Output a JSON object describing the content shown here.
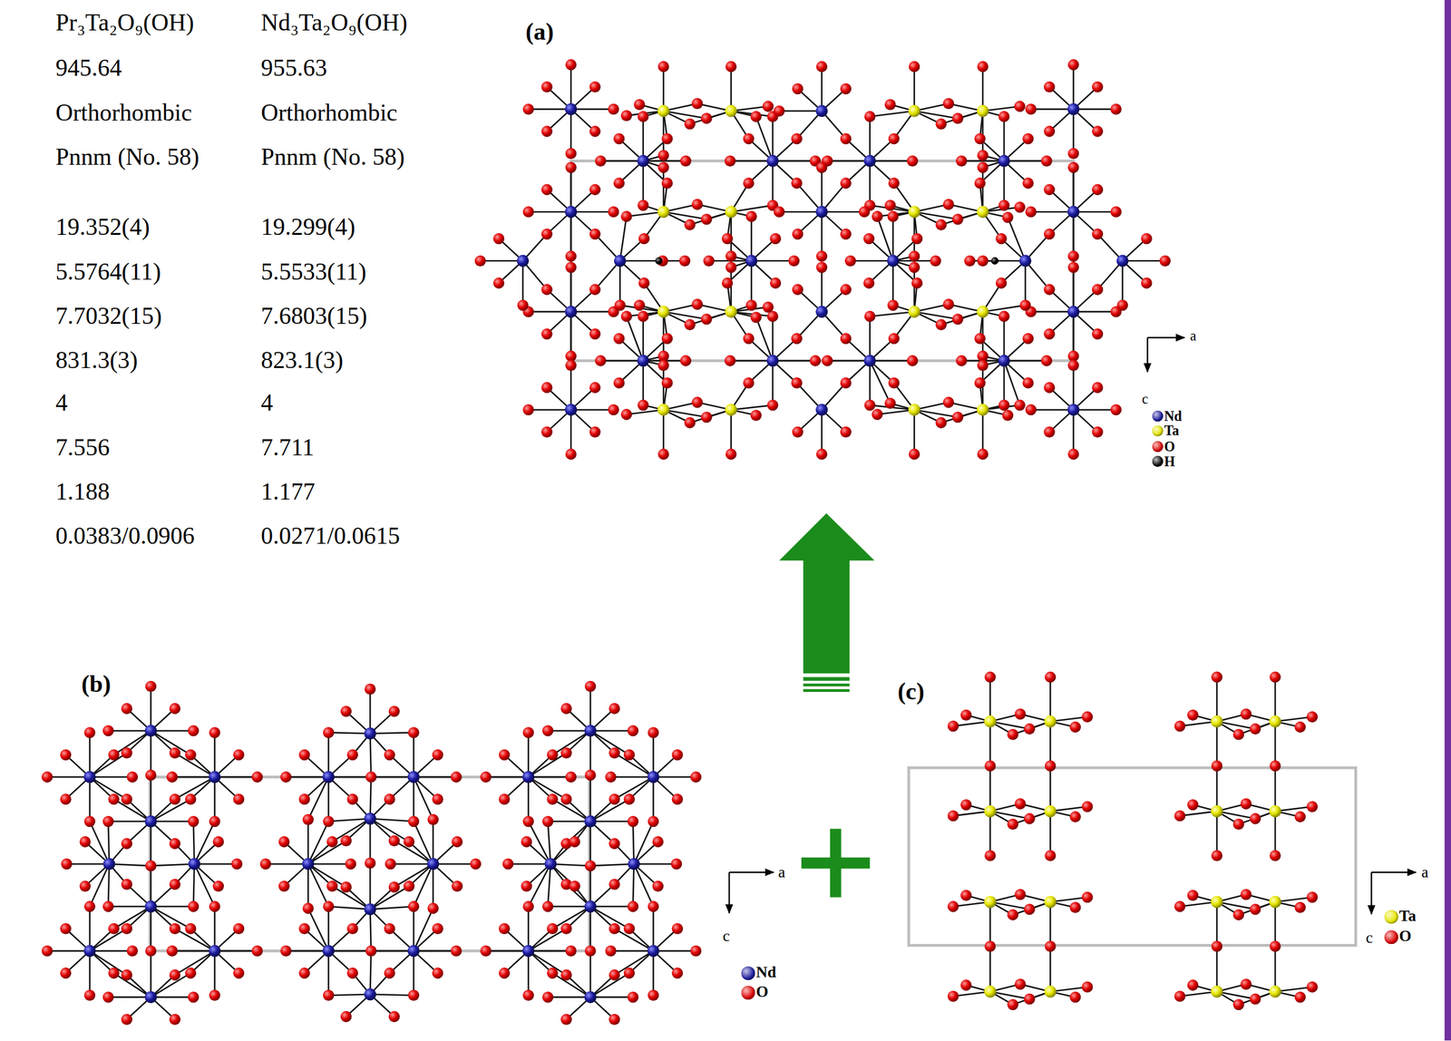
{
  "diagram": {
    "labels": [
      "Pr₃Ta₂O₉(OH)",
      "Nd₃Ta₂O₉(OH)",
      "945.64",
      "955.63",
      "Orthorhombic",
      "Orthorhombic",
      "Pnnm (No. 58)",
      "Pnnm (No. 58)",
      "19.352(4)",
      "19.299(4)",
      "5.5764(11)",
      "5.5533(11)",
      "7.7032(15)",
      "7.6803(15)",
      "831.3(3)",
      "823.1(3)",
      "4",
      "4",
      "7.556",
      "7.711",
      "1.188",
      "1.177",
      "0.0383/0.0906",
      "0.0271/0.0615",
      "(a)",
      "a",
      "c",
      "(b)",
      "a",
      "c",
      "(c)",
      "a",
      "c"
    ],
    "legend": [
      {
        "text": "Nd",
        "color": "#1c1c9e"
      },
      {
        "text": "Ta",
        "color": "#e6e600"
      },
      {
        "text": "O",
        "color": "#e00000"
      },
      {
        "text": "H",
        "color": "#000000"
      },
      {
        "text": "Nd",
        "color": "#1c1c9e"
      },
      {
        "text": "O",
        "color": "#e00000"
      },
      {
        "text": "Ta",
        "color": "#e6e600"
      },
      {
        "text": "O",
        "color": "#e00000"
      }
    ]
  }
}
